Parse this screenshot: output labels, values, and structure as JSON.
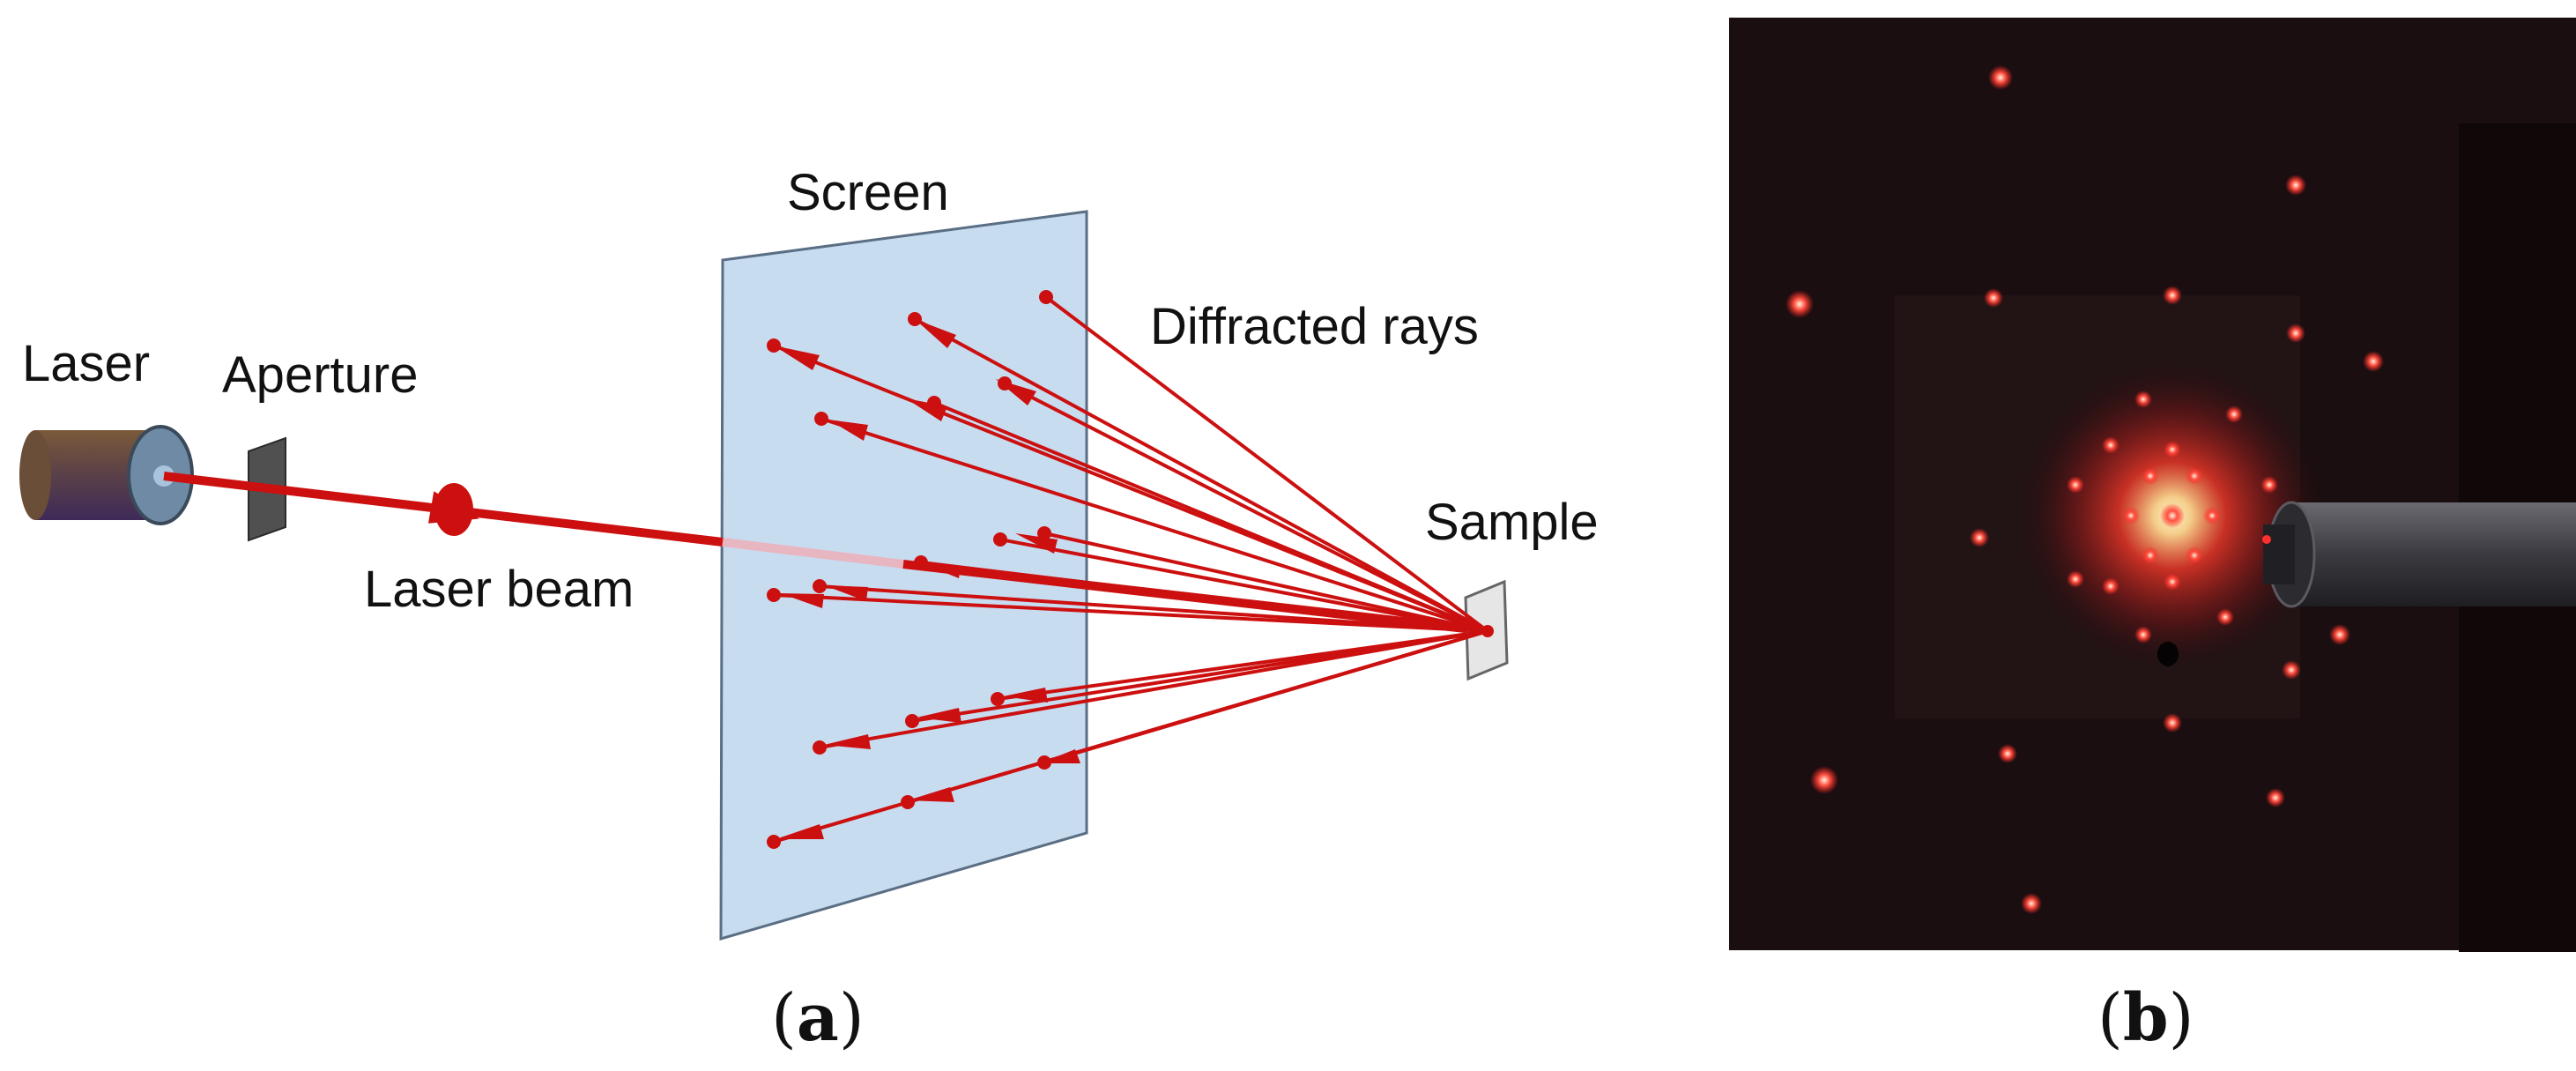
{
  "panel_a": {
    "labels": {
      "laser": "Laser",
      "aperture": "Aperture",
      "screen": "Screen",
      "diffracted_rays": "Diffracted rays",
      "sample": "Sample",
      "laser_beam": "Laser beam"
    },
    "caption": {
      "open": "(",
      "letter": "a",
      "close": ")"
    }
  },
  "panel_b": {
    "caption": {
      "open": "(",
      "letter": "b",
      "close": ")"
    }
  },
  "colors": {
    "ray": "#cc1010",
    "screen_fill": "#c8dcf0",
    "screen_edge": "#5a6e84",
    "photo_bg": "#1a0e10",
    "spot": "#ff3030"
  }
}
